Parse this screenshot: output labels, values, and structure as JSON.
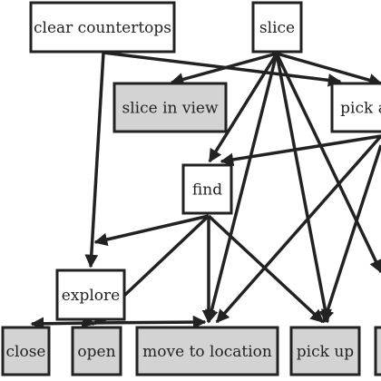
{
  "diagram": {
    "nodes": {
      "clear_countertops": {
        "label": "clear countertops",
        "fill": "#ffffff"
      },
      "slice": {
        "label": "slice",
        "fill": "#ffffff"
      },
      "slice_in_view": {
        "label": "slice in view",
        "fill": "#d3d3d3"
      },
      "pick_a": {
        "label": "pick a",
        "fill": "#ffffff"
      },
      "find": {
        "label": "find",
        "fill": "#ffffff"
      },
      "explore": {
        "label": "explore",
        "fill": "#ffffff"
      },
      "close": {
        "label": "close",
        "fill": "#d3d3d3"
      },
      "open": {
        "label": "open",
        "fill": "#d3d3d3"
      },
      "move_to_location": {
        "label": "move to location",
        "fill": "#d3d3d3"
      },
      "pick_up": {
        "label": "pick up",
        "fill": "#d3d3d3"
      },
      "edge_node": {
        "label": "",
        "fill": "#d3d3d3"
      }
    },
    "edges": [
      {
        "from": "clear_countertops",
        "to": "explore"
      },
      {
        "from": "clear_countertops",
        "to": "pick_a"
      },
      {
        "from": "slice",
        "to": "slice_in_view"
      },
      {
        "from": "slice",
        "to": "pick_a"
      },
      {
        "from": "slice",
        "to": "find"
      },
      {
        "from": "slice",
        "to": "move_to_location"
      },
      {
        "from": "slice",
        "to": "pick_up"
      },
      {
        "from": "slice",
        "to": "edge_node"
      },
      {
        "from": "pick_a",
        "to": "find"
      },
      {
        "from": "pick_a",
        "to": "move_to_location"
      },
      {
        "from": "pick_a",
        "to": "pick_up"
      },
      {
        "from": "find",
        "to": "explore"
      },
      {
        "from": "find",
        "to": "open"
      },
      {
        "from": "find",
        "to": "move_to_location"
      },
      {
        "from": "find",
        "to": "pick_up"
      },
      {
        "from": "explore",
        "to": "close"
      },
      {
        "from": "explore",
        "to": "open"
      },
      {
        "from": "explore",
        "to": "move_to_location"
      }
    ],
    "colors": {
      "stroke": "#222222",
      "shaded": "#d3d3d3",
      "background": "#ffffff"
    }
  }
}
